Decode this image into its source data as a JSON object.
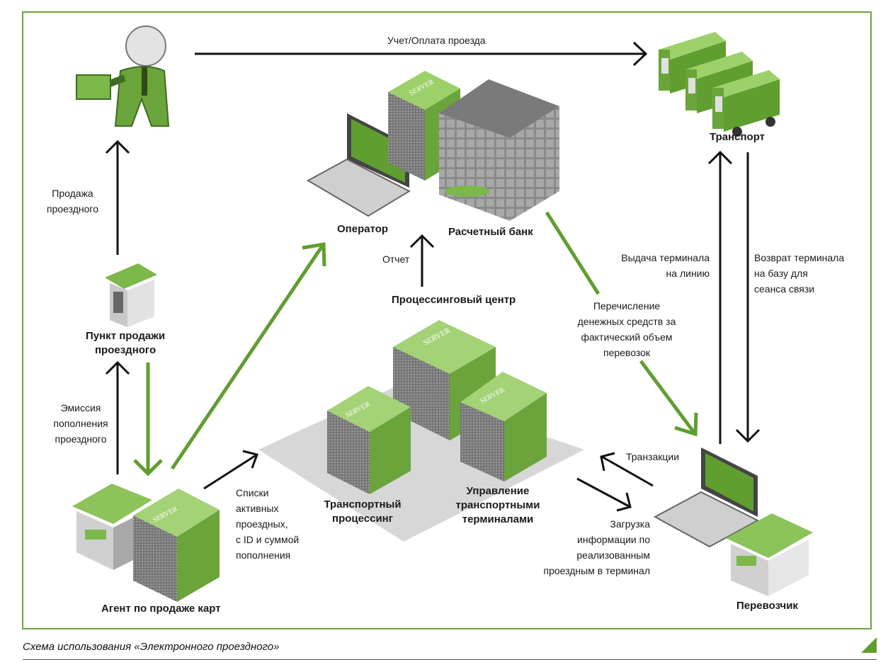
{
  "nodes": {
    "operator": "Оператор",
    "bank": "Расчетный банк",
    "transport": "Транспорт",
    "point_of_sale": "Пункт продажи\nпроездного",
    "processing_center": "Процессинговый центр",
    "transport_processing": "Транспортный\nпроцессинг",
    "terminal_management": "Управление\nтранспортными\nтерминалами",
    "agent": "Агент по продаже карт",
    "carrier": "Перевозчик"
  },
  "edges": {
    "payment": "Учет/Оплата проезда",
    "sale": "Продажа\nпроездного",
    "emission": "Эмиссия\nпополнения\nпроездного",
    "report": "Отчет",
    "issue_terminal": "Выдача терминала\nна линию",
    "return_terminal": "Возврат терминала\nна базу для\nсеанса связи",
    "transfer": "Перечисление\nденежных средств за\nфактический объем\nперевозок",
    "lists": "Списки\nактивных\nпроездных,\nс ID и суммой\nпополнения",
    "transactions": "Транзакции",
    "upload": "Загрузка\nинформации по\nреализованным\nпроездным в терминал"
  },
  "server_label": "SERVER",
  "caption": "Схема использования «Электронного проездного»",
  "colors": {
    "frame": "#6aa43a",
    "green_arrow": "#5f9e2f",
    "black_arrow": "#111111",
    "green_fill": "#7cb84a",
    "grey_fill": "#8f8f8f",
    "platform": "#d7d7d7"
  }
}
